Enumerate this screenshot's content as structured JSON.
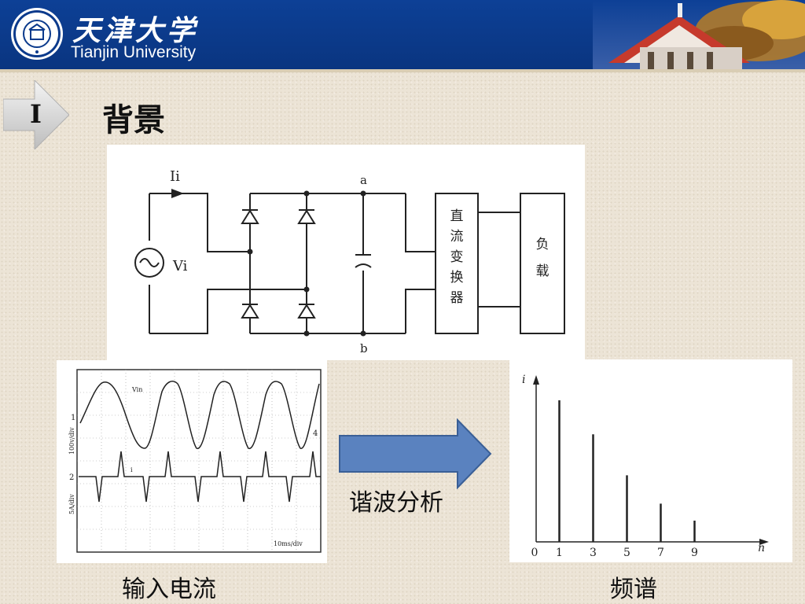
{
  "header": {
    "university_cn": "天津大学",
    "university_en": "Tianjin University",
    "brand_color": "#0b3a8c"
  },
  "section": {
    "number": "I",
    "title": "背景"
  },
  "circuit": {
    "labels": {
      "current": "Ii",
      "voltage": "Vi",
      "node_a": "a",
      "node_b": "b",
      "converter": [
        "直",
        "流",
        "变",
        "换",
        "器"
      ],
      "load": [
        "负",
        "载"
      ]
    }
  },
  "oscilloscope": {
    "trace_voltage_label": "Vin",
    "trace_current_label": "i",
    "marker_1": "1",
    "marker_2": "2",
    "marker_4": "4",
    "scale_voltage": "100v/div",
    "scale_current": "5A/div",
    "scale_time": "10ms/div"
  },
  "spectrum": {
    "y_axis_label": "i",
    "x_axis_label": "n",
    "x_ticks": [
      "0",
      "1",
      "3",
      "5",
      "7",
      "9"
    ],
    "harmonics": [
      {
        "n": 1,
        "amplitude": 1.0
      },
      {
        "n": 3,
        "amplitude": 0.76
      },
      {
        "n": 5,
        "amplitude": 0.47
      },
      {
        "n": 7,
        "amplitude": 0.27
      },
      {
        "n": 9,
        "amplitude": 0.15
      }
    ]
  },
  "flow_arrow": {
    "label": "谐波分析",
    "color": "#5a82bf"
  },
  "captions": {
    "input_current": "输入电流",
    "spectrum": "频谱"
  }
}
